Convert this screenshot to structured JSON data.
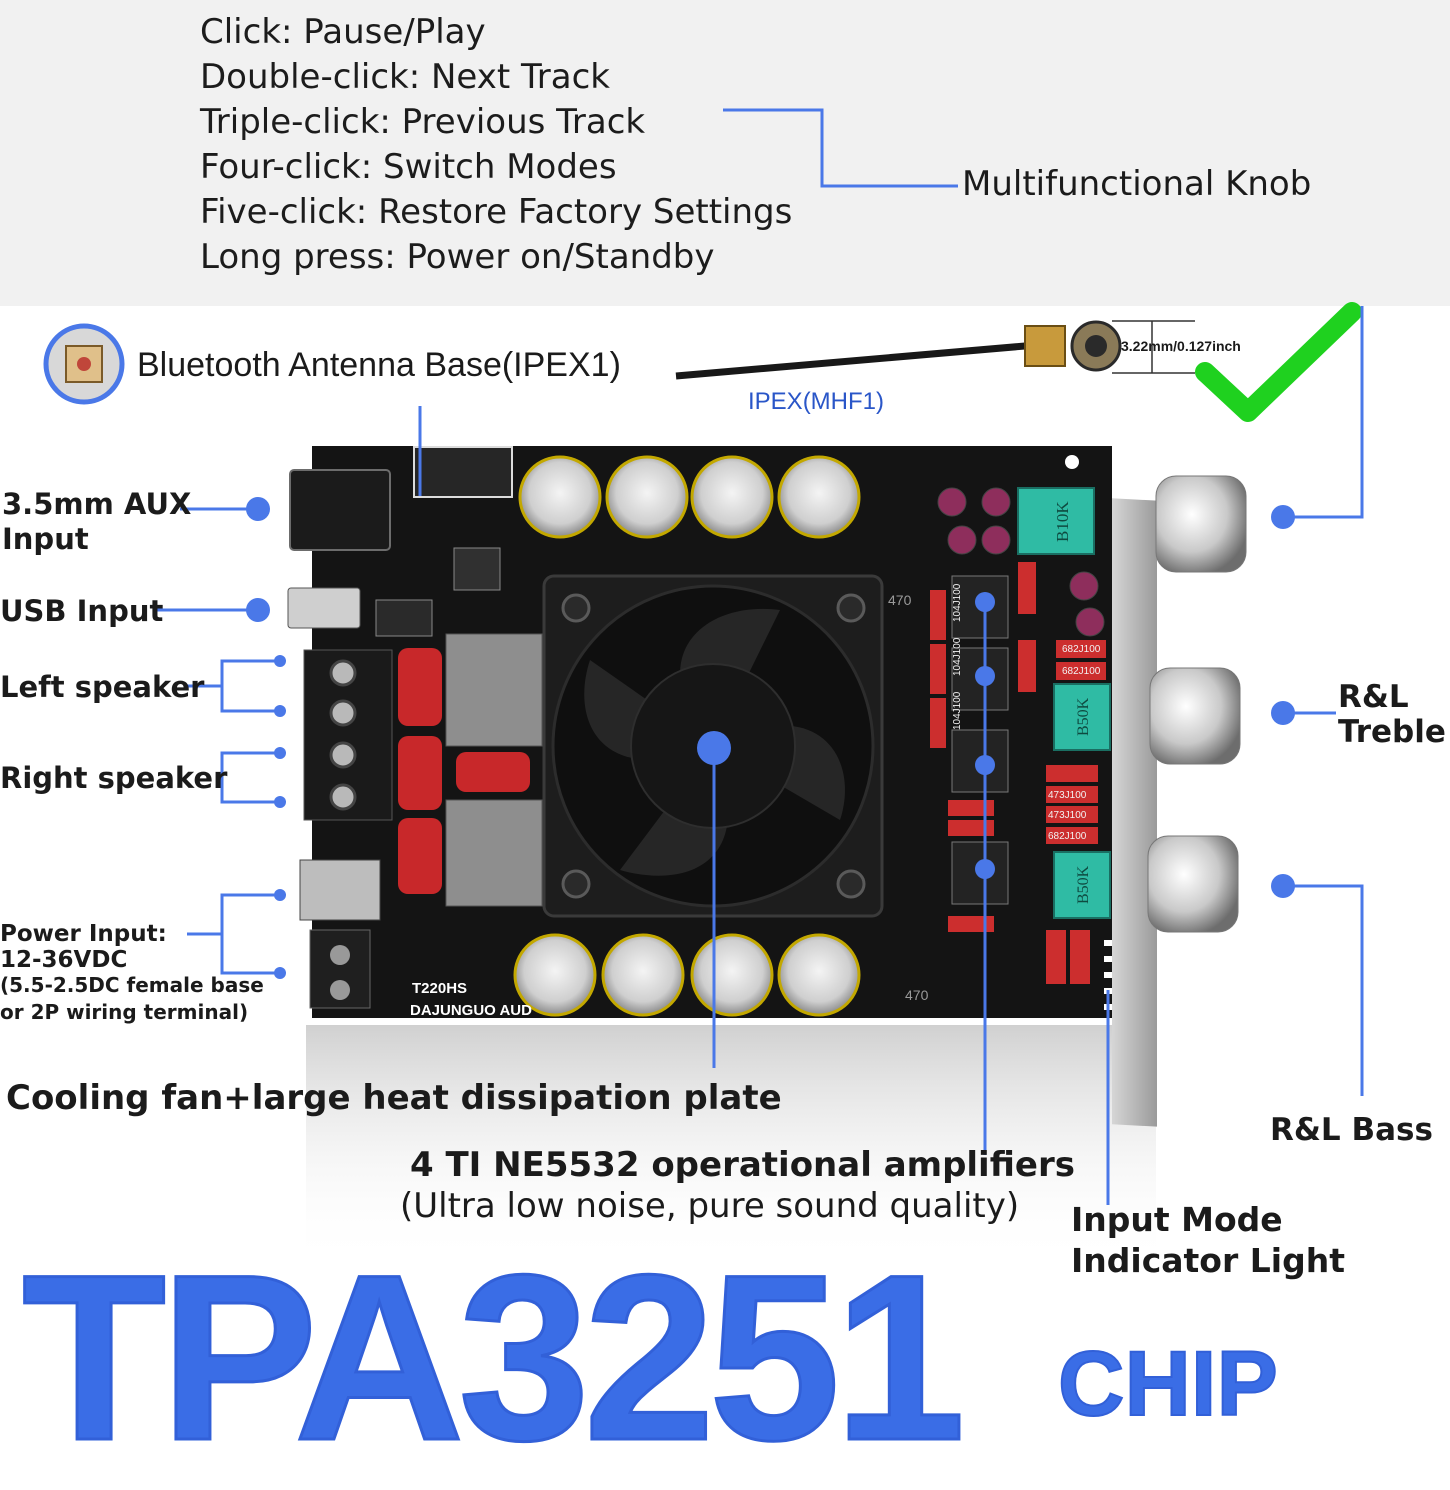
{
  "knob_functions": [
    "Click: Pause/Play",
    "Double-click: Next Track",
    "Triple-click: Previous Track",
    "Four-click: Switch Modes",
    "Five-click: Restore Factory Settings",
    "Long press: Power on/Standby"
  ],
  "labels": {
    "multifunctional_knob": "Multifunctional Knob",
    "bluetooth_antenna": "Bluetooth Antenna Base(IPEX1)",
    "ipex": "IPEX(MHF1)",
    "antenna_dimension": "3.22mm/0.127inch",
    "aux_line1": "3.5mm AUX",
    "aux_line2": "Input",
    "usb": "USB Input",
    "left_speaker": "Left speaker",
    "right_speaker": "Right speaker",
    "power_line1": "Power Input:",
    "power_line2": "12-36VDC",
    "power_line3": "(5.5-2.5DC female base",
    "power_line4": "or 2P wiring terminal)",
    "treble_line1": "R&L",
    "treble_line2": "Treble",
    "bass": "R&L Bass",
    "cooling": "Cooling fan+large heat dissipation plate",
    "opamp_line1": "4 TI NE5532 operational amplifiers",
    "opamp_line2": "(Ultra low noise, pure sound quality)",
    "indicator_line1": "Input Mode",
    "indicator_line2": "Indicator Light"
  },
  "board_marks": {
    "model": "T220HS",
    "brand": "DAJUNGUO AUD",
    "pot_top": "B10K",
    "pot_mid": "B50K",
    "pot_bot": "B50K",
    "cap_code_1": "470",
    "cap_code_2": "470",
    "res_codes": [
      "104J100",
      "104J100",
      "104J100",
      "682J100",
      "682J100",
      "473J100",
      "473J100",
      "682J100"
    ]
  },
  "headline": {
    "main": "TPA3251",
    "sub": "CHIP"
  },
  "colors": {
    "accent_blue": "#3a6de6",
    "callout_blue": "#4a78e8",
    "check_green": "#1fd11f",
    "panel_gray": "#f1f1f1"
  }
}
